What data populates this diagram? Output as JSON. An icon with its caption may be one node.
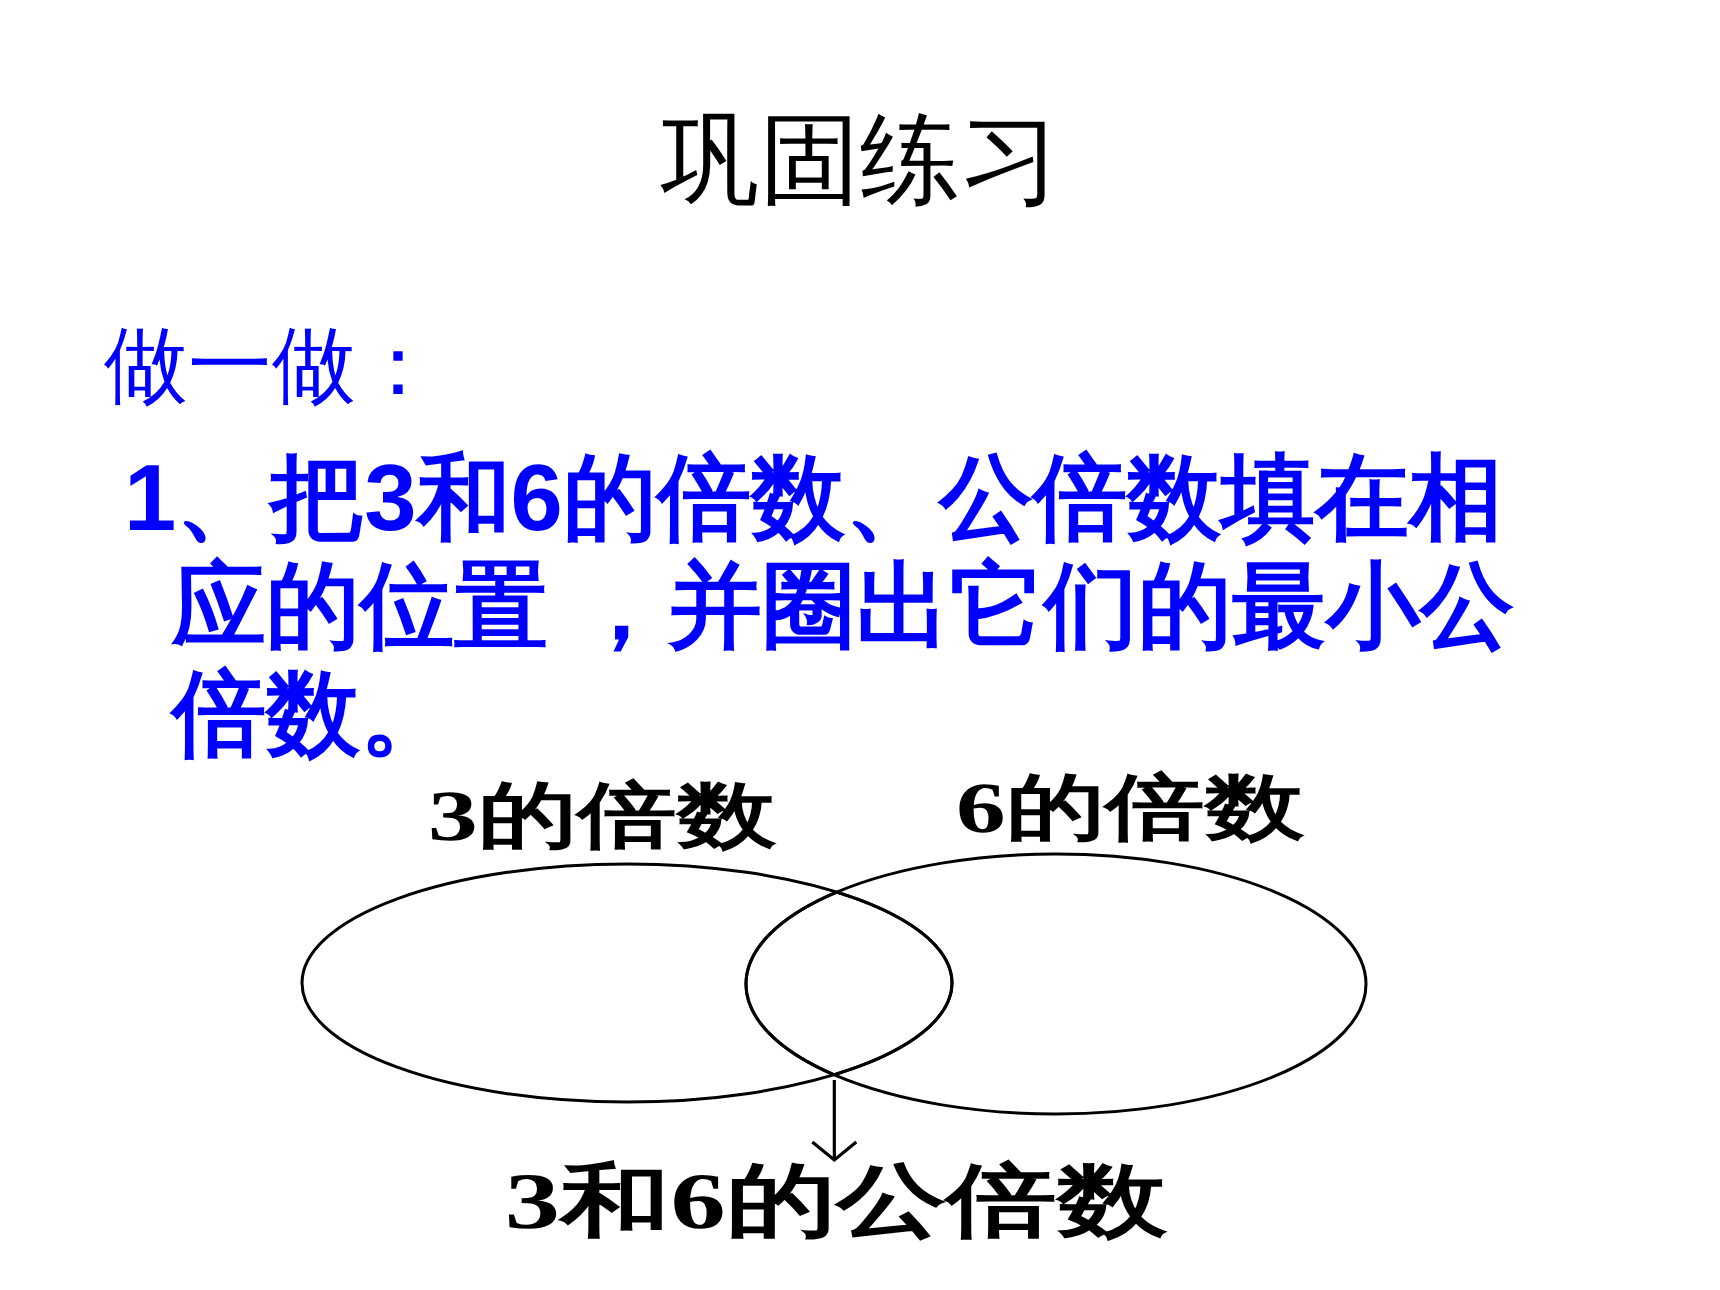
{
  "diagram": {
    "title": "巩固练习",
    "nodes": [
      {
        "text": [
          "3的倍数"
        ]
      },
      {
        "text": [
          "6的倍数"
        ]
      },
      {
        "text": [],
        "shape": "lens"
      },
      {
        "text": [
          "3和6的公倍数"
        ]
      }
    ],
    "edges": [
      {
        "from": 2,
        "to": 3,
        "arrow": "to"
      }
    ],
    "labels": [
      "做一做：",
      "1、把3和6的倍数、公倍数填在相应的位置 ，并圈出它们的最小公倍数。"
    ]
  }
}
